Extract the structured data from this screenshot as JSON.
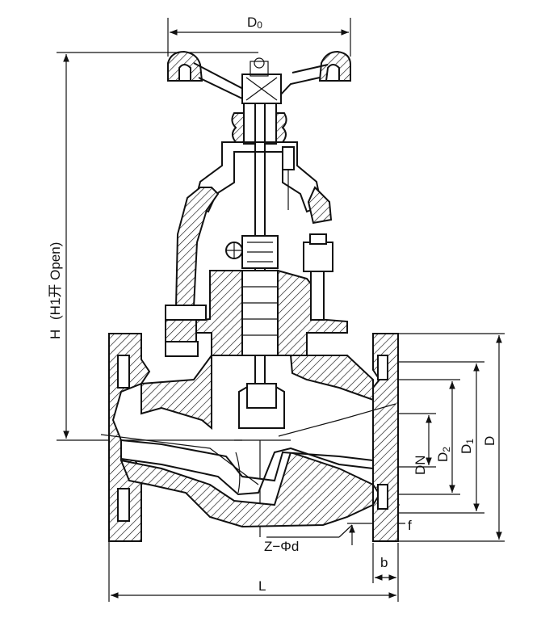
{
  "labels": {
    "d0": "D",
    "d0_sub": "0",
    "h": "H",
    "h1_open": "(H1开 Open)",
    "dn": "DN",
    "d2": "D",
    "d2_sub": "2",
    "d1": "D",
    "d1_sub": "1",
    "d": "D",
    "f": "f",
    "b": "b",
    "l": "L",
    "z_phi_d": "Z−Φd"
  }
}
